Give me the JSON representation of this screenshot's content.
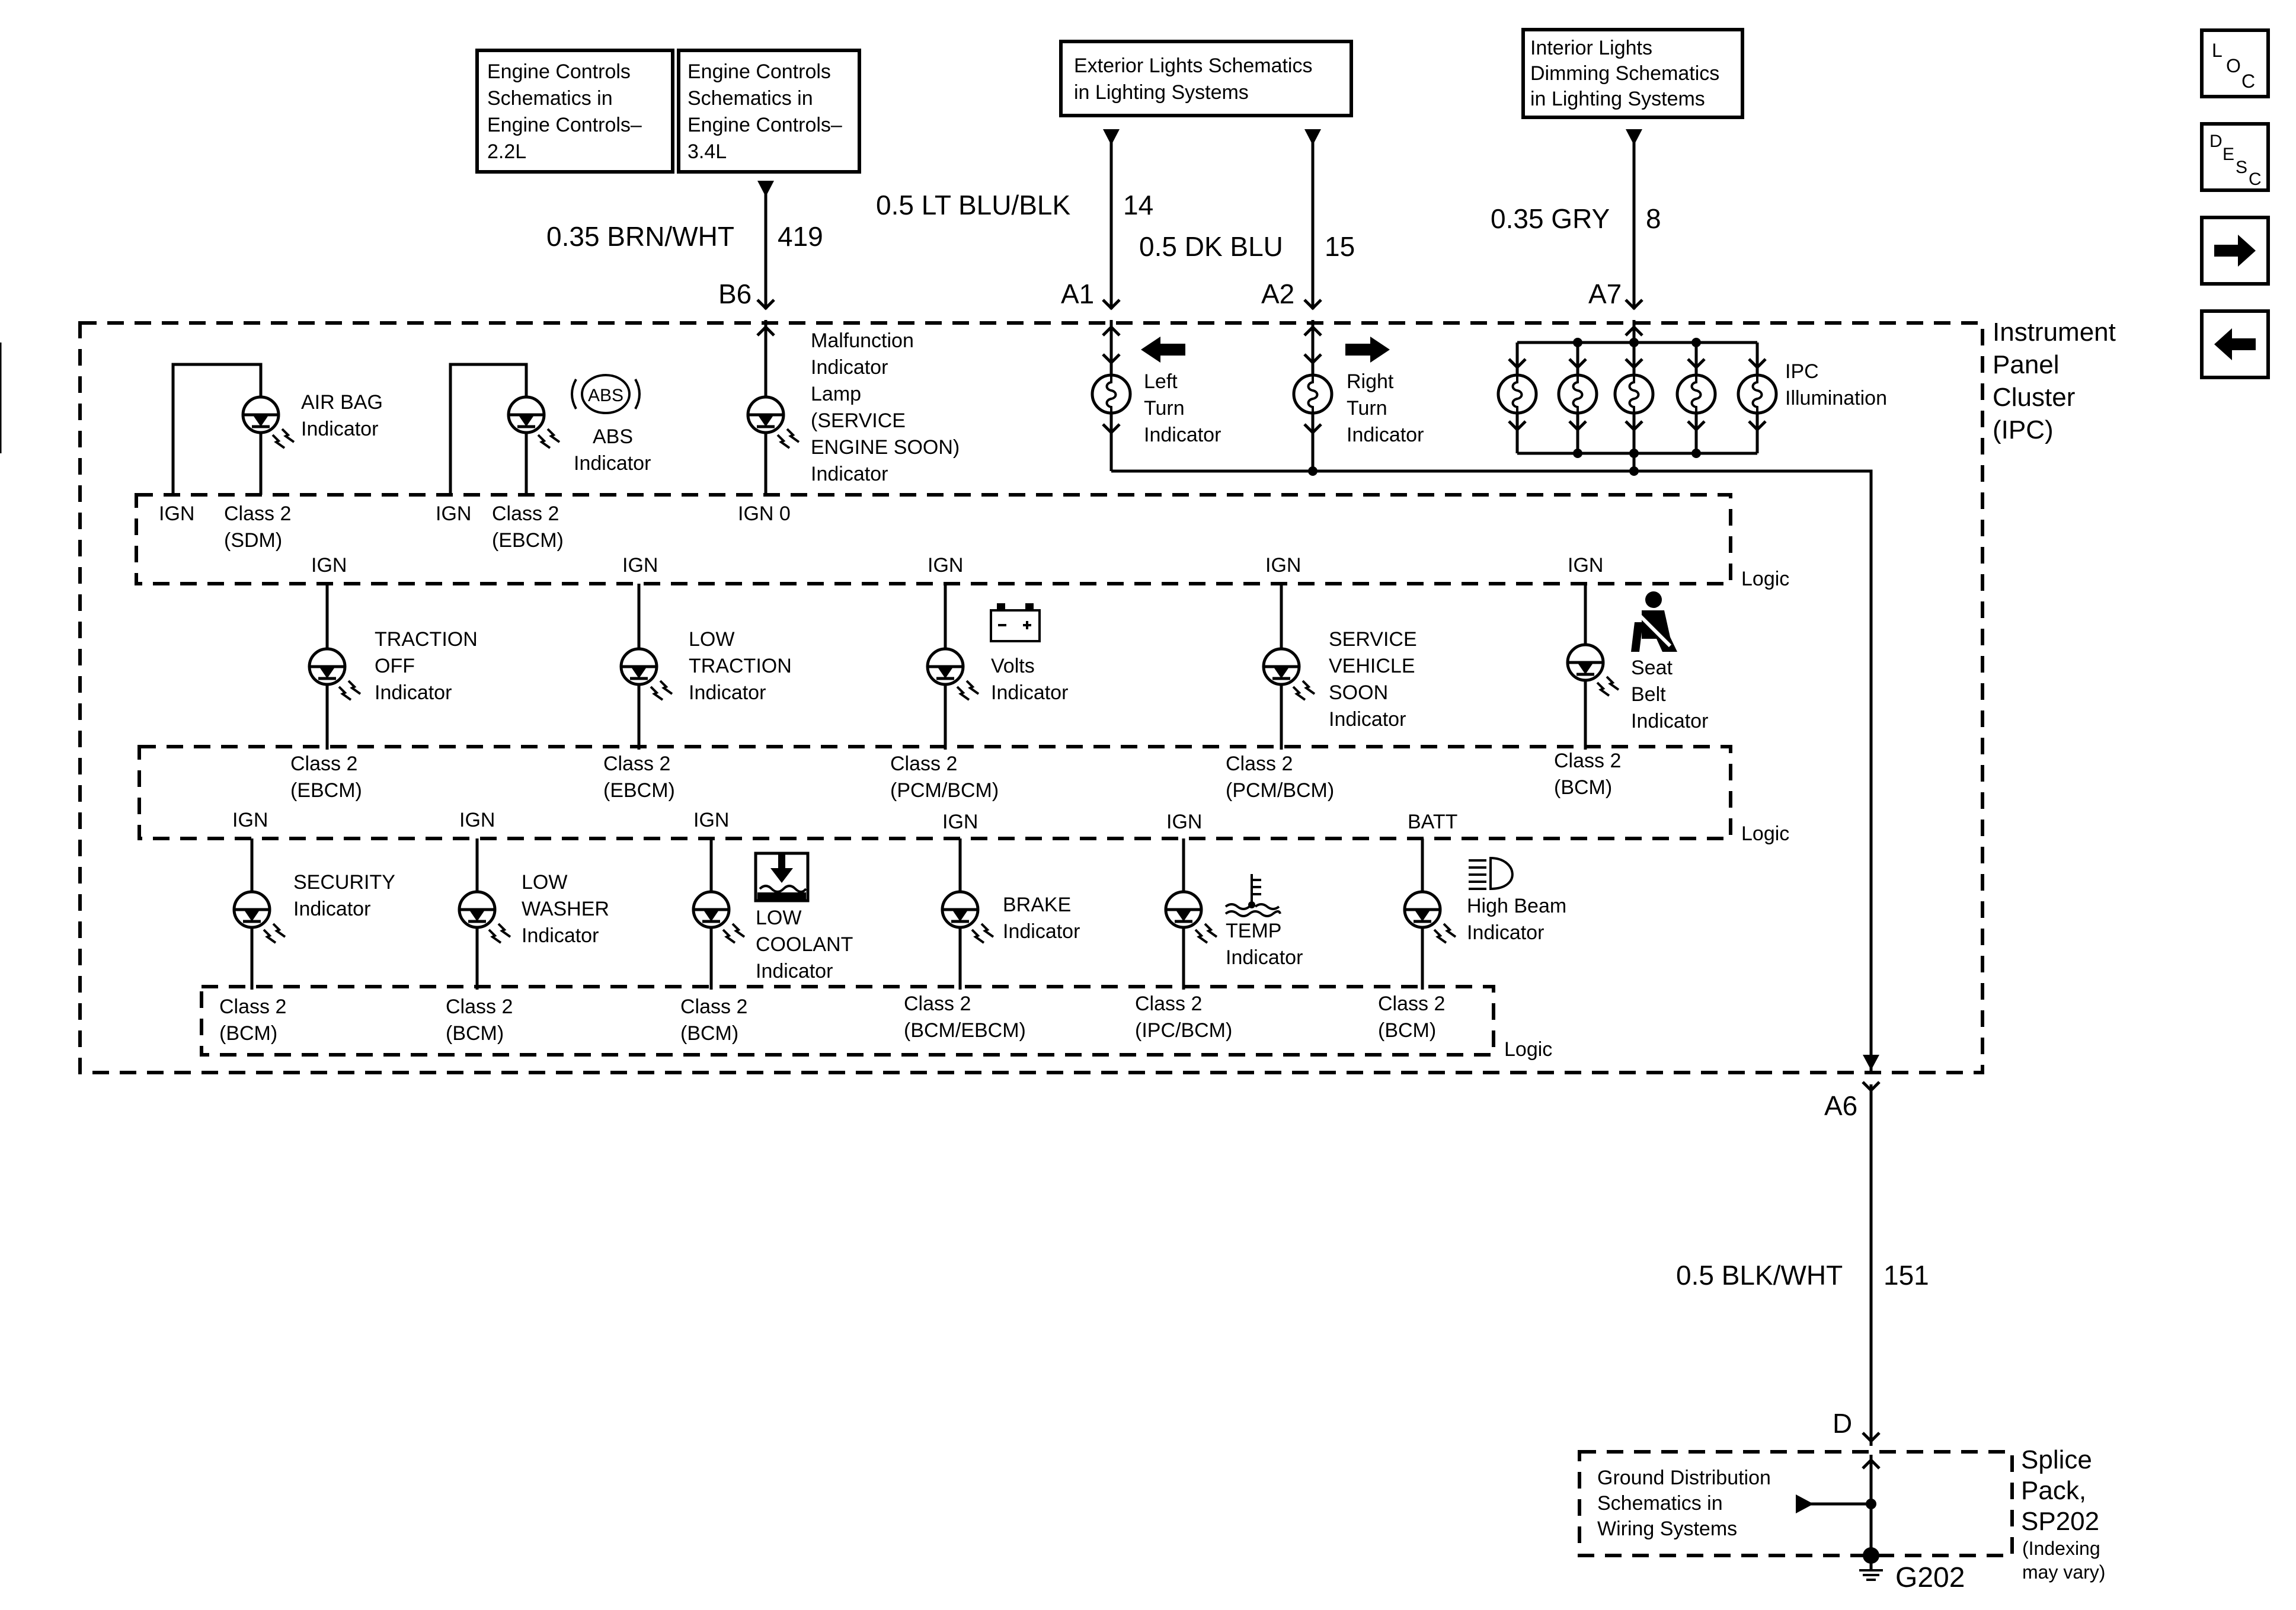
{
  "refs": {
    "engine_22": [
      "Engine Controls",
      "Schematics in",
      "Engine Controls–",
      "2.2L"
    ],
    "engine_34": [
      "Engine Controls",
      "Schematics in",
      "Engine Controls–",
      "3.4L"
    ],
    "exterior": [
      "Exterior Lights Schematics",
      "in Lighting Systems"
    ],
    "interior": [
      "Interior Lights",
      "Dimming Schematics",
      "in Lighting Systems"
    ],
    "ground": [
      "Ground Distribution",
      "Schematics in",
      "Wiring Systems"
    ]
  },
  "wires": {
    "b6": {
      "color": "0.35 BRN/WHT",
      "circuit": "419",
      "pin": "B6"
    },
    "a1": {
      "color": "0.5 LT BLU/BLK",
      "circuit": "14",
      "pin": "A1"
    },
    "a2": {
      "color": "0.5 DK BLU",
      "circuit": "15",
      "pin": "A2"
    },
    "a7": {
      "color": "0.35 GRY",
      "circuit": "8",
      "pin": "A7"
    },
    "a6": {
      "color": "0.5 BLK/WHT",
      "circuit": "151",
      "pin": "A6"
    },
    "d": {
      "pin": "D"
    }
  },
  "ipc": {
    "title": [
      "Instrument",
      "Panel",
      "Cluster",
      "(IPC)"
    ],
    "logic": "Logic",
    "illumination": [
      "IPC",
      "Illumination"
    ],
    "left_turn": [
      "Left",
      "Turn",
      "Indicator"
    ],
    "right_turn": [
      "Right",
      "Turn",
      "Indicator"
    ],
    "airbag": [
      "AIR BAG",
      "Indicator"
    ],
    "abs": [
      "ABS",
      "Indicator"
    ],
    "abs_symbol": "ABS",
    "mil": [
      "Malfunction",
      "Indicator",
      "Lamp",
      "(SERVICE",
      "ENGINE SOON)",
      "Indicator"
    ],
    "row1": {
      "ign1": "IGN",
      "sdm": [
        "Class 2",
        "(SDM)"
      ],
      "ign2": "IGN",
      "ebcm": [
        "Class 2",
        "(EBCM)"
      ],
      "ign0": "IGN 0"
    },
    "row2": {
      "supply": [
        "IGN",
        "IGN",
        "IGN",
        "IGN",
        "IGN"
      ],
      "labels": [
        [
          "TRACTION",
          "OFF",
          "Indicator"
        ],
        [
          "LOW",
          "TRACTION",
          "Indicator"
        ],
        [
          "Volts",
          "Indicator"
        ],
        [
          "SERVICE",
          "VEHICLE",
          "SOON",
          "Indicator"
        ],
        [
          "Seat",
          "Belt",
          "Indicator"
        ]
      ],
      "class": [
        [
          "Class 2",
          "(EBCM)"
        ],
        [
          "Class 2",
          "(EBCM)"
        ],
        [
          "Class 2",
          "(PCM/BCM)"
        ],
        [
          "Class 2",
          "(PCM/BCM)"
        ],
        [
          "Class 2",
          "(BCM)"
        ]
      ]
    },
    "row3": {
      "supply": [
        "IGN",
        "IGN",
        "IGN",
        "IGN",
        "IGN",
        "BATT"
      ],
      "labels": [
        [
          "SECURITY",
          "Indicator"
        ],
        [
          "LOW",
          "WASHER",
          "Indicator"
        ],
        [
          "LOW",
          "COOLANT",
          "Indicator"
        ],
        [
          "BRAKE",
          "Indicator"
        ],
        [
          "TEMP",
          "Indicator"
        ],
        [
          "High Beam",
          "Indicator"
        ]
      ],
      "class": [
        [
          "Class 2",
          "(BCM)"
        ],
        [
          "Class 2",
          "(BCM)"
        ],
        [
          "Class 2",
          "(BCM)"
        ],
        [
          "Class 2",
          "(BCM/EBCM)"
        ],
        [
          "Class 2",
          "(IPC/BCM)"
        ],
        [
          "Class 2",
          "(BCM)"
        ]
      ]
    }
  },
  "splice": {
    "title": [
      "Splice",
      "Pack,",
      "SP202"
    ],
    "note": [
      "(Indexing",
      "may vary)"
    ],
    "ground": "G202"
  },
  "nav": {
    "loc": "LOC",
    "desc": "DESC"
  }
}
